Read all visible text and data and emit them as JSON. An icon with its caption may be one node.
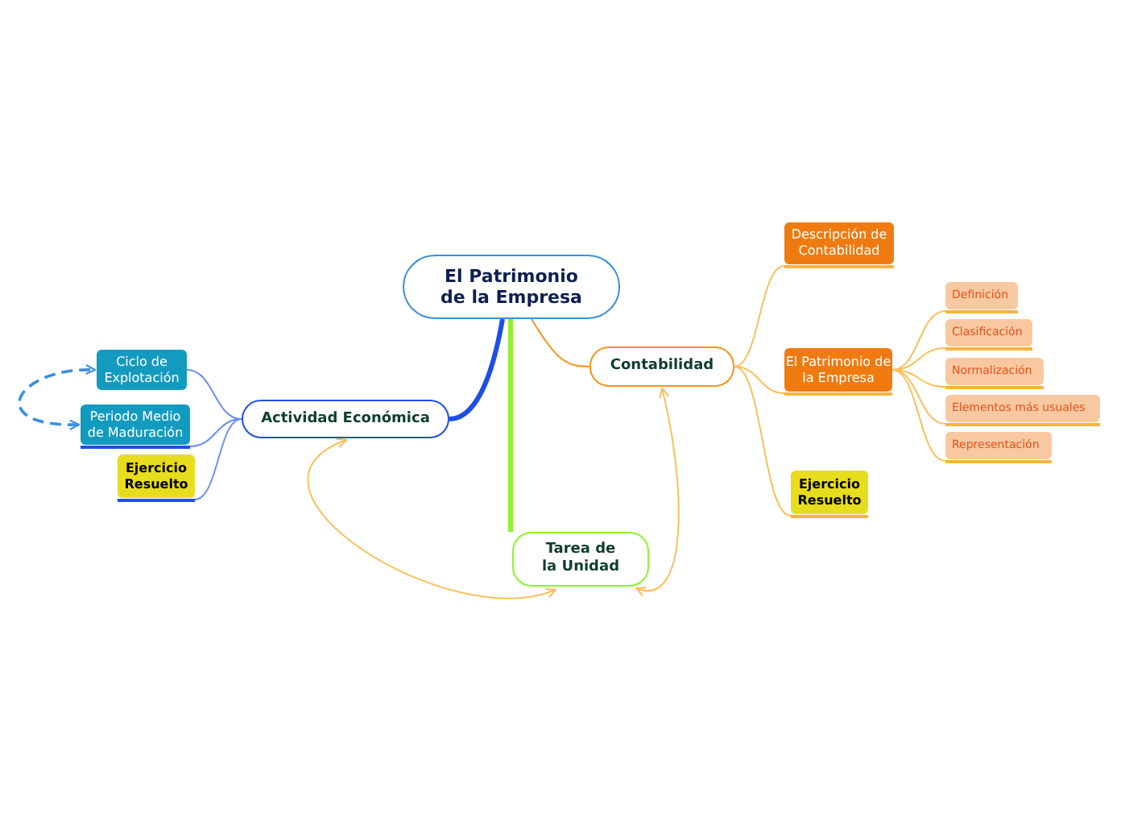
{
  "diagram": {
    "nodes": [
      {
        "text": [
          "El Patrimonio de la Empresa"
        ]
      },
      {
        "text": [
          "Actividad Económica"
        ]
      },
      {
        "text": [
          "Contabilidad"
        ]
      },
      {
        "text": [
          "Tarea de la Unidad"
        ]
      },
      {
        "text": [
          "Ciclo de Explotación"
        ]
      },
      {
        "text": [
          "Periodo Medio de Maduración"
        ]
      },
      {
        "text": [
          "Ejercicio Resuelto"
        ]
      },
      {
        "text": [
          "Descripción de Contabilidad"
        ]
      },
      {
        "text": [
          "El Patrimonio de la Empresa"
        ]
      },
      {
        "text": [
          "Ejercicio Resuelto"
        ]
      },
      {
        "text": [
          "Definición"
        ]
      },
      {
        "text": [
          "Clasificación"
        ]
      },
      {
        "text": [
          "Normalización"
        ]
      },
      {
        "text": [
          "Elementos más usuales"
        ]
      },
      {
        "text": [
          "Representación"
        ]
      }
    ],
    "edges": [
      {
        "from": 0,
        "to": 1,
        "arrow": "none",
        "style": "thick",
        "color": "#1f4ee6"
      },
      {
        "from": 0,
        "to": 2,
        "arrow": "none",
        "color": "#f7941d"
      },
      {
        "from": 0,
        "to": 3,
        "arrow": "none",
        "style": "thick",
        "color": "#8ef22a"
      },
      {
        "from": 1,
        "to": 4,
        "arrow": "none",
        "color": "#6b8ff5"
      },
      {
        "from": 1,
        "to": 5,
        "arrow": "none",
        "color": "#6b8ff5"
      },
      {
        "from": 1,
        "to": 6,
        "arrow": "none",
        "color": "#6b8ff5"
      },
      {
        "from": 2,
        "to": 7,
        "arrow": "none"
      },
      {
        "from": 2,
        "to": 8,
        "arrow": "none"
      },
      {
        "from": 2,
        "to": 9,
        "arrow": "none"
      },
      {
        "from": 8,
        "to": 10,
        "arrow": "none"
      },
      {
        "from": 8,
        "to": 11,
        "arrow": "none"
      },
      {
        "from": 8,
        "to": 12,
        "arrow": "none"
      },
      {
        "from": 8,
        "to": 13,
        "arrow": "none"
      },
      {
        "from": 8,
        "to": 14,
        "arrow": "none"
      },
      {
        "from": 5,
        "to": 4,
        "arrow": "both",
        "style": "dashed",
        "color": "#3a8ee6"
      },
      {
        "from": 3,
        "to": 1,
        "arrow": "both"
      },
      {
        "from": 3,
        "to": 2,
        "arrow": "both"
      }
    ]
  }
}
